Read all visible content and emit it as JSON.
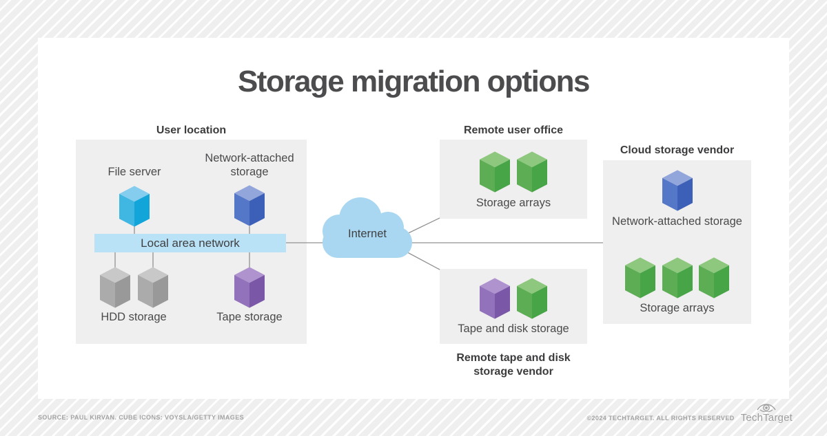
{
  "title": "Storage migration options",
  "colors": {
    "stripe_bg": "#efefef",
    "panel": "#f0efef",
    "lan_fill": "#b9e2f6",
    "cloud_fill": "#a9d7f1",
    "line": "#909090",
    "title_text": "#4c4c4e",
    "cubes": {
      "cyan": {
        "top": "#84cdee",
        "left": "#40b6e2",
        "right": "#12a5da"
      },
      "blue": {
        "top": "#92a6db",
        "left": "#5577c8",
        "right": "#3c60b8"
      },
      "gray": {
        "top": "#c8c8c8",
        "left": "#ababab",
        "right": "#999999"
      },
      "purple": {
        "top": "#ae93cf",
        "left": "#9273bb",
        "right": "#7b57a8"
      },
      "green": {
        "top": "#8dc87e",
        "left": "#5dad55",
        "right": "#47a447"
      }
    }
  },
  "sections": {
    "user_location": {
      "label": "User location",
      "file_server": "File server",
      "nas": "Network-attached storage",
      "lan": "Local area network",
      "hdd": "HDD storage",
      "tape": "Tape storage"
    },
    "internet": {
      "label": "Internet"
    },
    "remote_office": {
      "label": "Remote user office",
      "storage_arrays": "Storage arrays"
    },
    "remote_vendor": {
      "label": "Remote tape and disk storage vendor",
      "tape_disk": "Tape and disk storage"
    },
    "cloud_vendor": {
      "label": "Cloud storage vendor",
      "nas": "Network-attached storage",
      "storage_arrays": "Storage arrays"
    }
  },
  "footer": {
    "source": "SOURCE: PAUL KIRVAN. CUBE ICONS: VOYSLA/GETTY IMAGES",
    "copyright": "©2024 TECHTARGET. ALL RIGHTS RESERVED",
    "logo": "TechTarget"
  }
}
